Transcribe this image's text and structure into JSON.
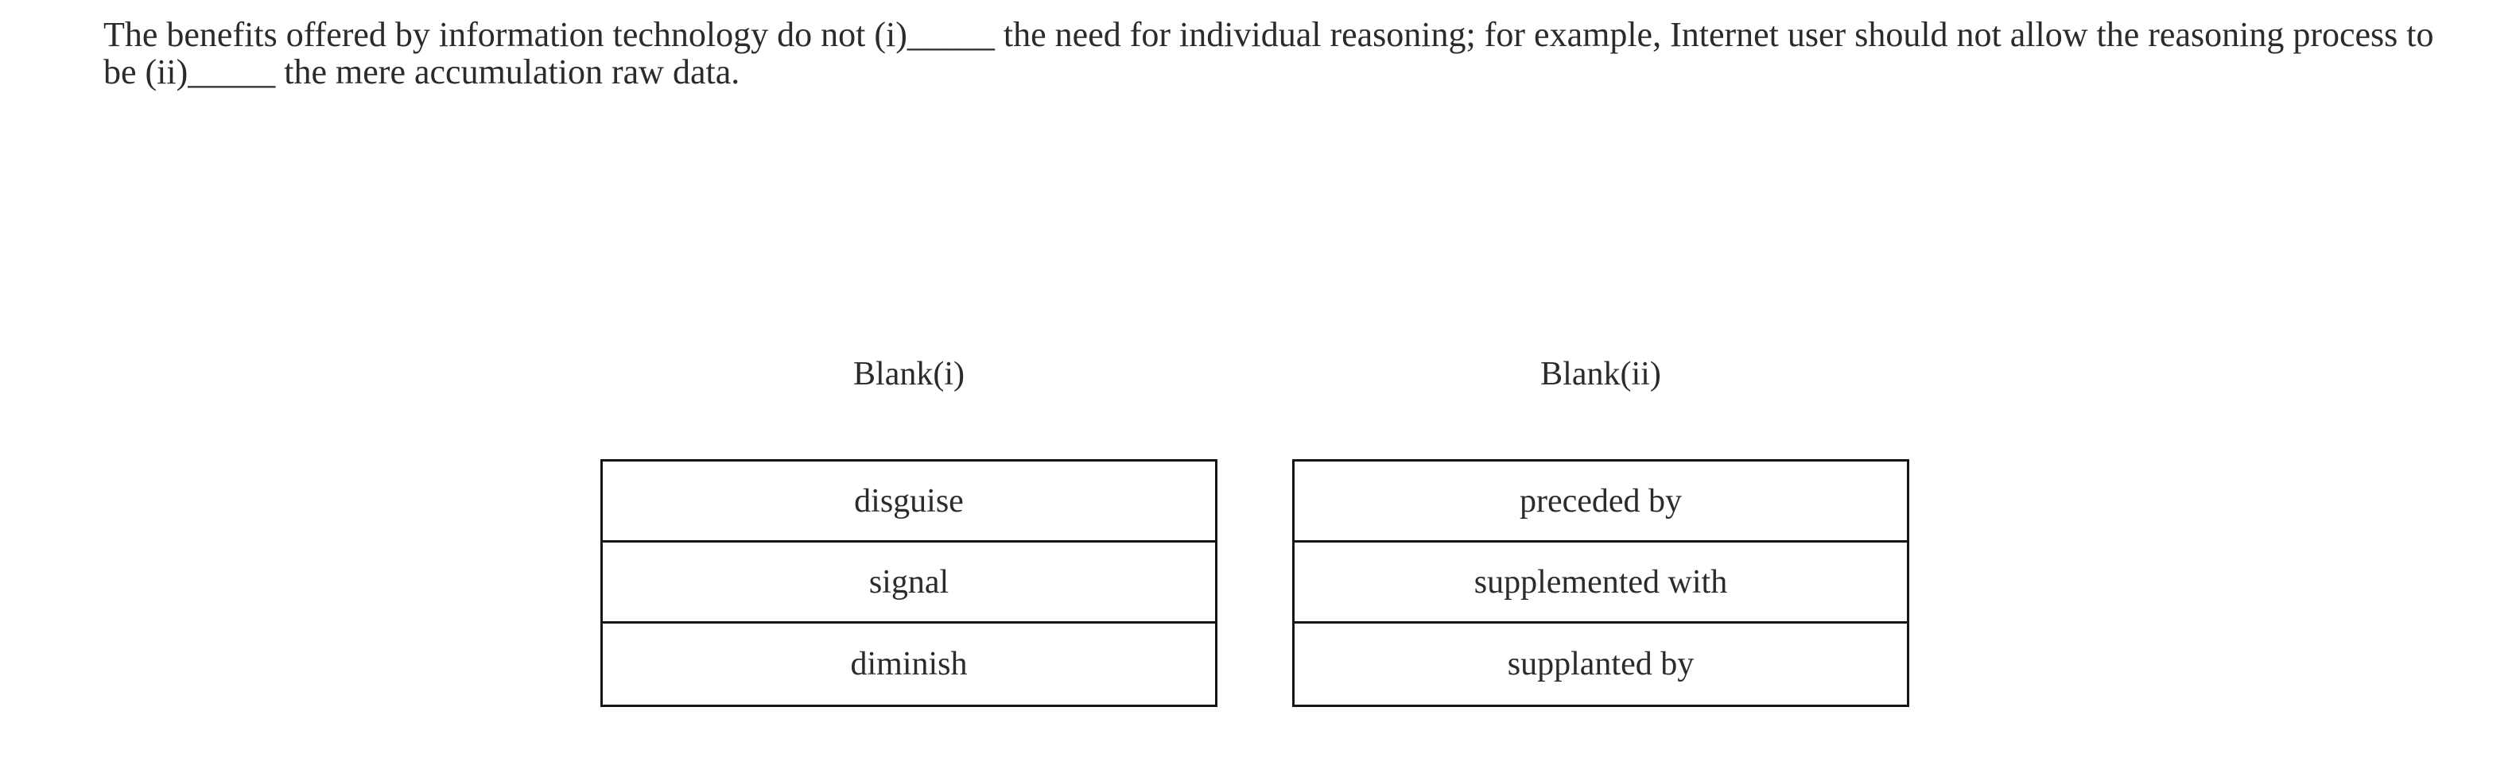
{
  "passage": {
    "segment_1": "The benefits offered by information technology do not (i)",
    "blank_1": "_____",
    "segment_2": " the need for individual reasoning; for example, Internet user should not allow the reasoning process to be (ii)",
    "blank_2": "_____",
    "segment_3": " the mere accumulation raw data."
  },
  "blanks": [
    {
      "label": "Blank(i)",
      "options": [
        "disguise",
        "signal",
        "diminish"
      ]
    },
    {
      "label": "Blank(ii)",
      "options": [
        "preceded by",
        "supplemented with",
        "supplanted by"
      ]
    }
  ],
  "colors": {
    "text": "#2b2b2b",
    "border": "#151515",
    "background": "#ffffff"
  }
}
